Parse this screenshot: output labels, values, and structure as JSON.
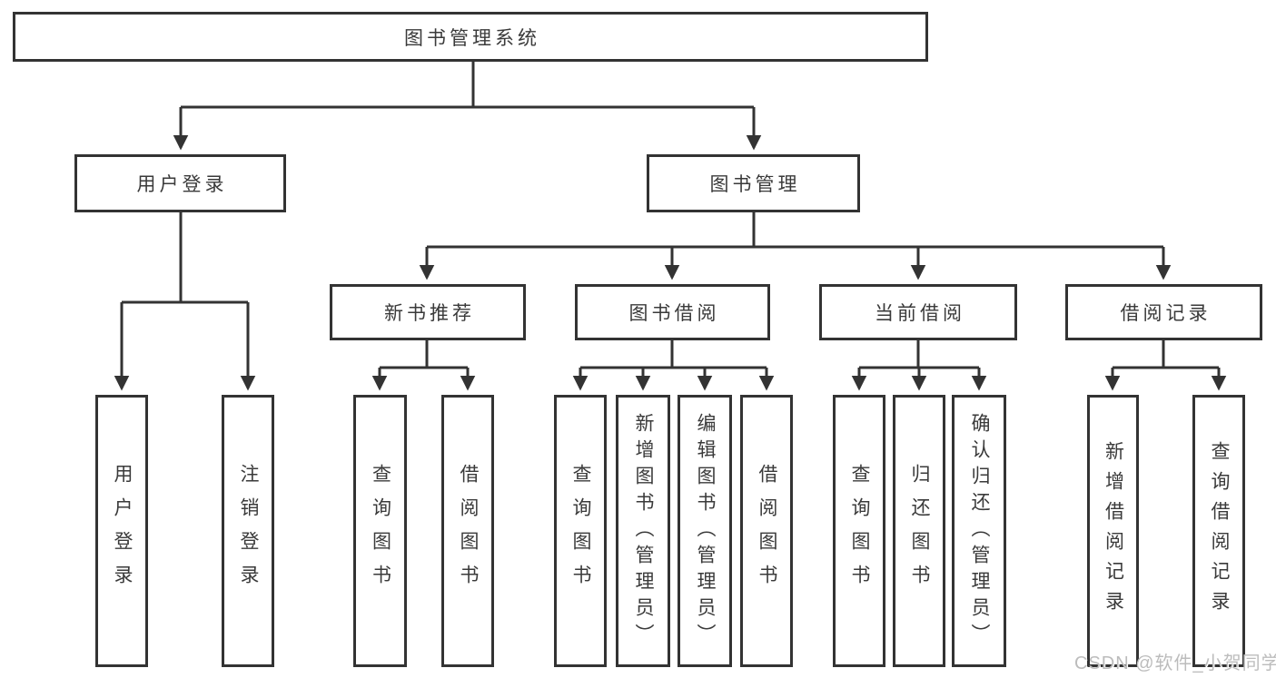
{
  "diagram": {
    "root": {
      "label": "图书管理系统"
    },
    "level2": [
      {
        "label": "用户登录"
      },
      {
        "label": "图书管理"
      }
    ],
    "level3": [
      {
        "label": "新书推荐"
      },
      {
        "label": "图书借阅"
      },
      {
        "label": "当前借阅"
      },
      {
        "label": "借阅记录"
      }
    ],
    "leaves": {
      "login": [
        "用户登录",
        "注销登录"
      ],
      "new_books": [
        "查询图书",
        "借阅图书"
      ],
      "borrow": [
        "查询图书",
        "新增图书（管理员）",
        "编辑图书（管理员）",
        "借阅图书"
      ],
      "current": [
        "查询图书",
        "归还图书",
        "确认归还（管理员）"
      ],
      "records": [
        "新增借阅记录",
        "查询借阅记录"
      ]
    }
  },
  "watermark": "CSDN @软件_小贺同学",
  "colors": {
    "line": "#333333",
    "text": "#3a3a3a",
    "watermark": "#bcbcbc",
    "background": "#ffffff"
  }
}
